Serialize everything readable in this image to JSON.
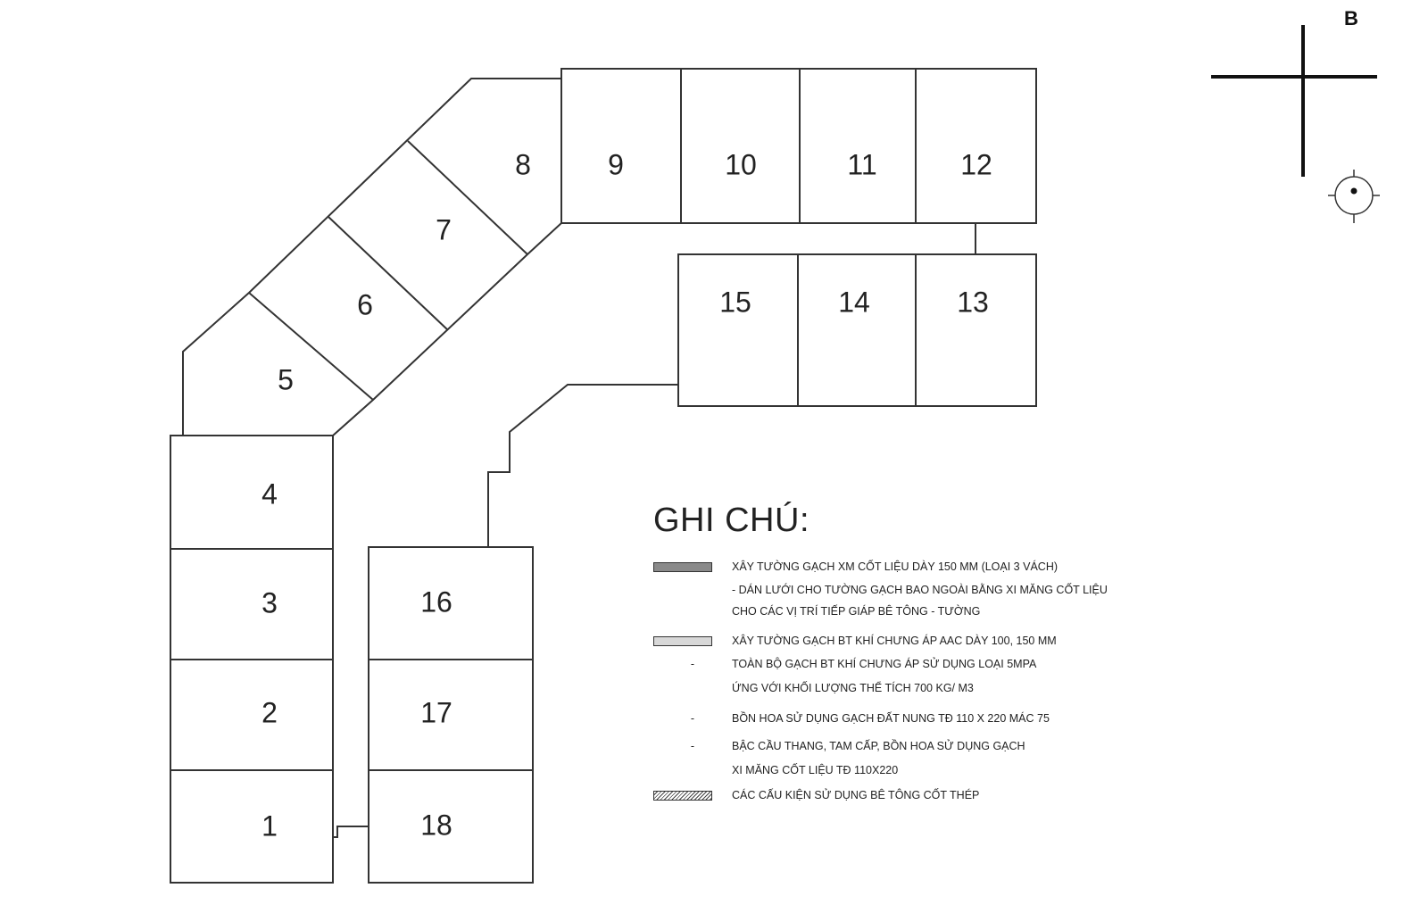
{
  "plan": {
    "units": [
      "1",
      "2",
      "3",
      "4",
      "5",
      "6",
      "7",
      "8",
      "9",
      "10",
      "11",
      "12",
      "13",
      "14",
      "15",
      "16",
      "17",
      "18"
    ]
  },
  "compass": {
    "label": "B"
  },
  "legend": {
    "title": "GHI CHÚ:",
    "items": [
      {
        "marker": "swatch-dark",
        "text": "XÂY TƯỜNG GẠCH XM CỐT LIỆU DÀY 150 MM (LOẠI 3 VÁCH)"
      },
      {
        "marker": "none",
        "text": "- DÁN LƯỚI CHO TƯỜNG GẠCH BAO NGOÀI BẰNG XI MĂNG CỐT LIỆU"
      },
      {
        "marker": "none",
        "text": "CHO CÁC VỊ TRÍ TIẾP GIÁP BÊ TÔNG - TƯỜNG"
      },
      {
        "marker": "swatch-light",
        "text": "XÂY TƯỜNG GẠCH BT KHÍ CHƯNG ÁP AAC DÀY 100, 150 MM"
      },
      {
        "marker": "bullet",
        "text": "TOÀN BỘ GẠCH BT KHÍ CHƯNG ÁP SỬ DỤNG LOẠI 5MPA"
      },
      {
        "marker": "none",
        "text": "ỨNG VỚI KHỐI LƯỢNG THỂ TÍCH 700 KG/ M3"
      },
      {
        "marker": "bullet",
        "text": "BỒN HOA SỬ DỤNG GẠCH ĐẤT NUNG TĐ 110 X 220 MÁC 75"
      },
      {
        "marker": "bullet",
        "text": "BẬC CẦU THANG, TAM CẤP, BỒN HOA SỬ DỤNG GẠCH"
      },
      {
        "marker": "none",
        "text": "XI MĂNG CỐT LIỆU TĐ 110X220"
      },
      {
        "marker": "swatch-hatch",
        "text": "CÁC CẤU KIỆN SỬ DỤNG BÊ TÔNG CỐT THÉP"
      }
    ],
    "bullet_symbol": "-"
  }
}
